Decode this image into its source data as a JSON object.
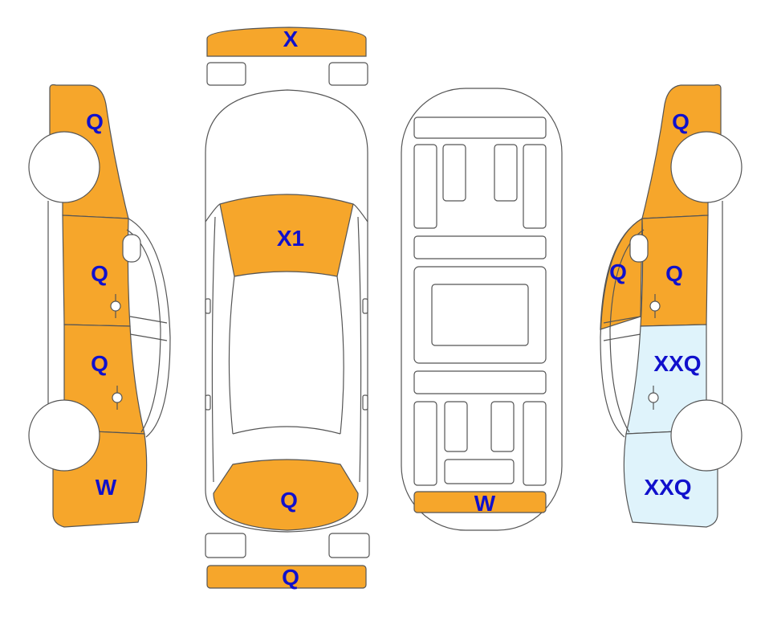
{
  "colors": {
    "damage": "#F6A62B",
    "light_damage": "#DFF3FB",
    "outline": "#555555",
    "label": "#1010CC"
  },
  "labels": {
    "front_bumper": "X",
    "hood": "X1",
    "roof_rear": "Q",
    "rear_bumper": "Q",
    "underbody_rear": "W",
    "left_front_fender": "Q",
    "left_front_door": "Q",
    "left_rear_door": "Q",
    "left_rear_quarter": "W",
    "right_front_fender": "Q",
    "right_a_pillar": "Q",
    "right_front_door": "Q",
    "right_rear_door": "XXQ",
    "right_rear_quarter": "XXQ"
  }
}
